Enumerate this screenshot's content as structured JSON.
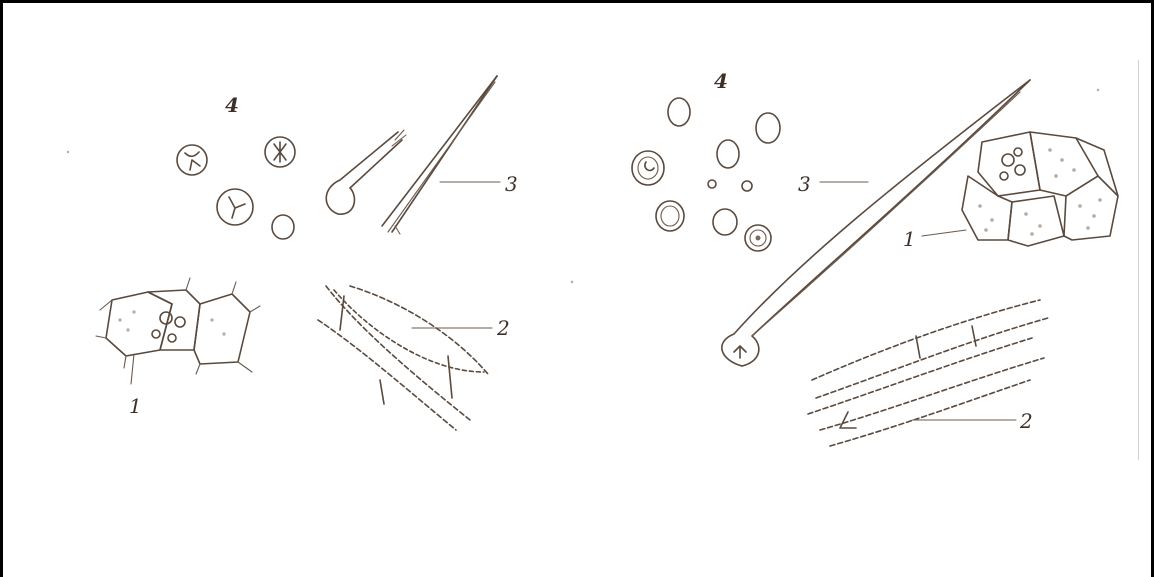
{
  "figure": {
    "left_panel": {
      "labels": {
        "label_1": "1",
        "label_2": "2",
        "label_3": "3",
        "label_4": "4"
      }
    },
    "right_panel": {
      "labels": {
        "label_1": "1",
        "label_2": "2",
        "label_3": "3",
        "label_4": "4"
      }
    }
  },
  "colors": {
    "ink": "#5a4a3e",
    "paper": "#ffffff",
    "border": "#000000"
  }
}
